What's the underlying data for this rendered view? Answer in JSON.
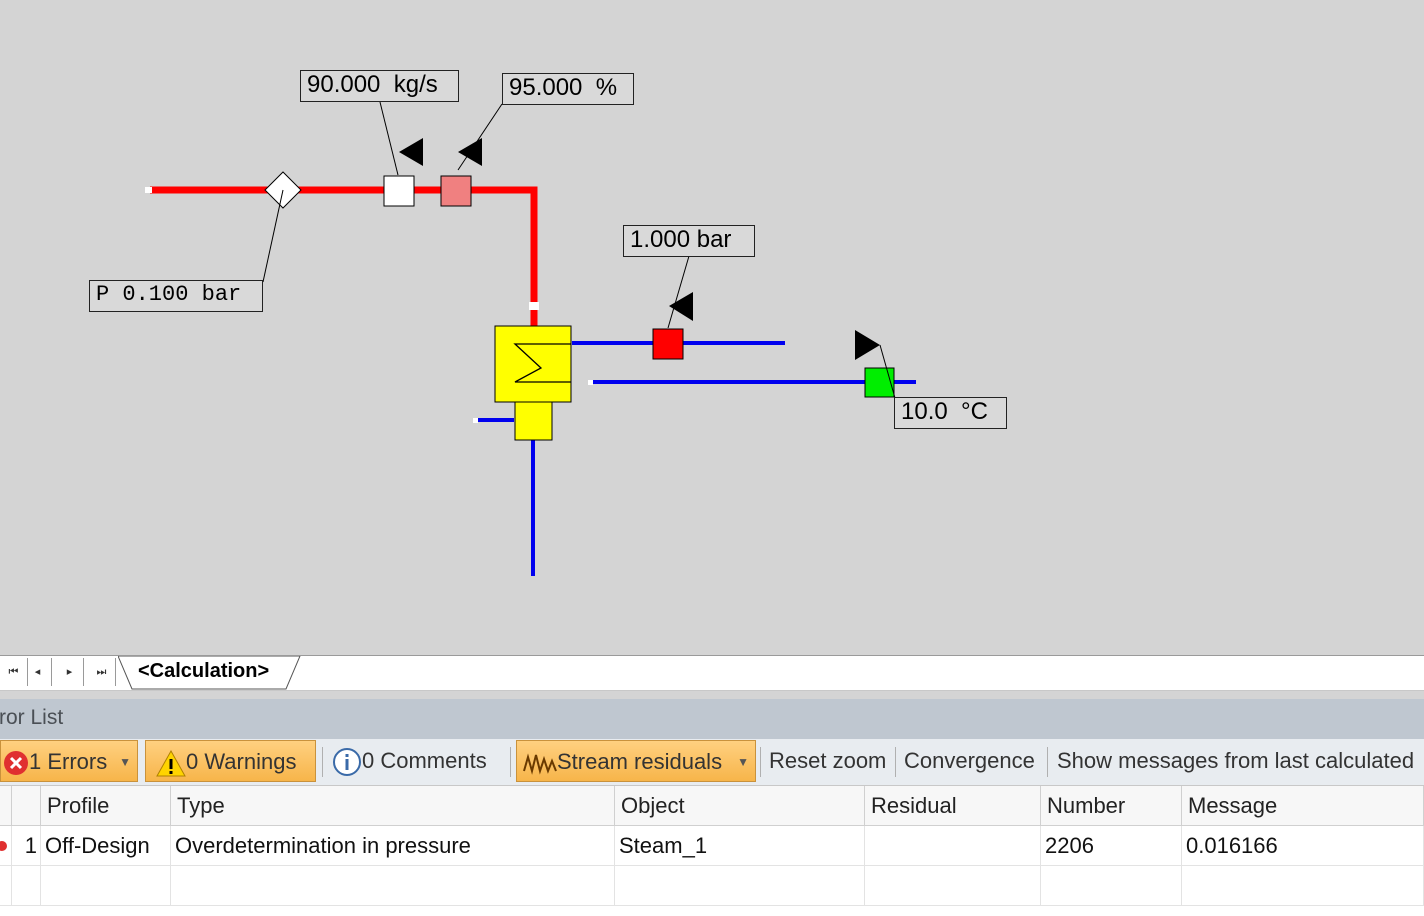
{
  "diagram": {
    "labels": {
      "mass_flow": "90.000  kg/s",
      "efficiency": "95.000  %",
      "pressure_in": "P 0.100 bar",
      "pressure_out": "1.000 bar",
      "temperature": "10.0  °C"
    },
    "colors": {
      "steam_line": "#ff0000",
      "water_line": "#0000ee",
      "heat_exchanger": "#ffff00",
      "pressure_marker": "#ff0000",
      "temp_marker": "#00ee00",
      "efficiency_marker": "#f08080"
    }
  },
  "sheet_tabs": {
    "active": "<Calculation>",
    "nav": [
      "first",
      "previous",
      "next",
      "last"
    ]
  },
  "error_list": {
    "title": "rror List",
    "toolbar": {
      "errors": "1 Errors",
      "warnings": "0 Warnings",
      "comments": "0 Comments",
      "stream_residuals": "Stream residuals",
      "reset_zoom": "Reset zoom",
      "convergence": "Convergence",
      "show_messages": "Show messages from last calculated"
    },
    "columns": [
      "Profile",
      "Type",
      "Object",
      "Residual",
      "Number",
      "Message"
    ],
    "rows": [
      {
        "index": "1",
        "profile": "Off-Design",
        "type": "Overdetermination in pressure",
        "object": "Steam_1",
        "residual": "",
        "number": "2206",
        "message": "0.016166"
      }
    ]
  }
}
